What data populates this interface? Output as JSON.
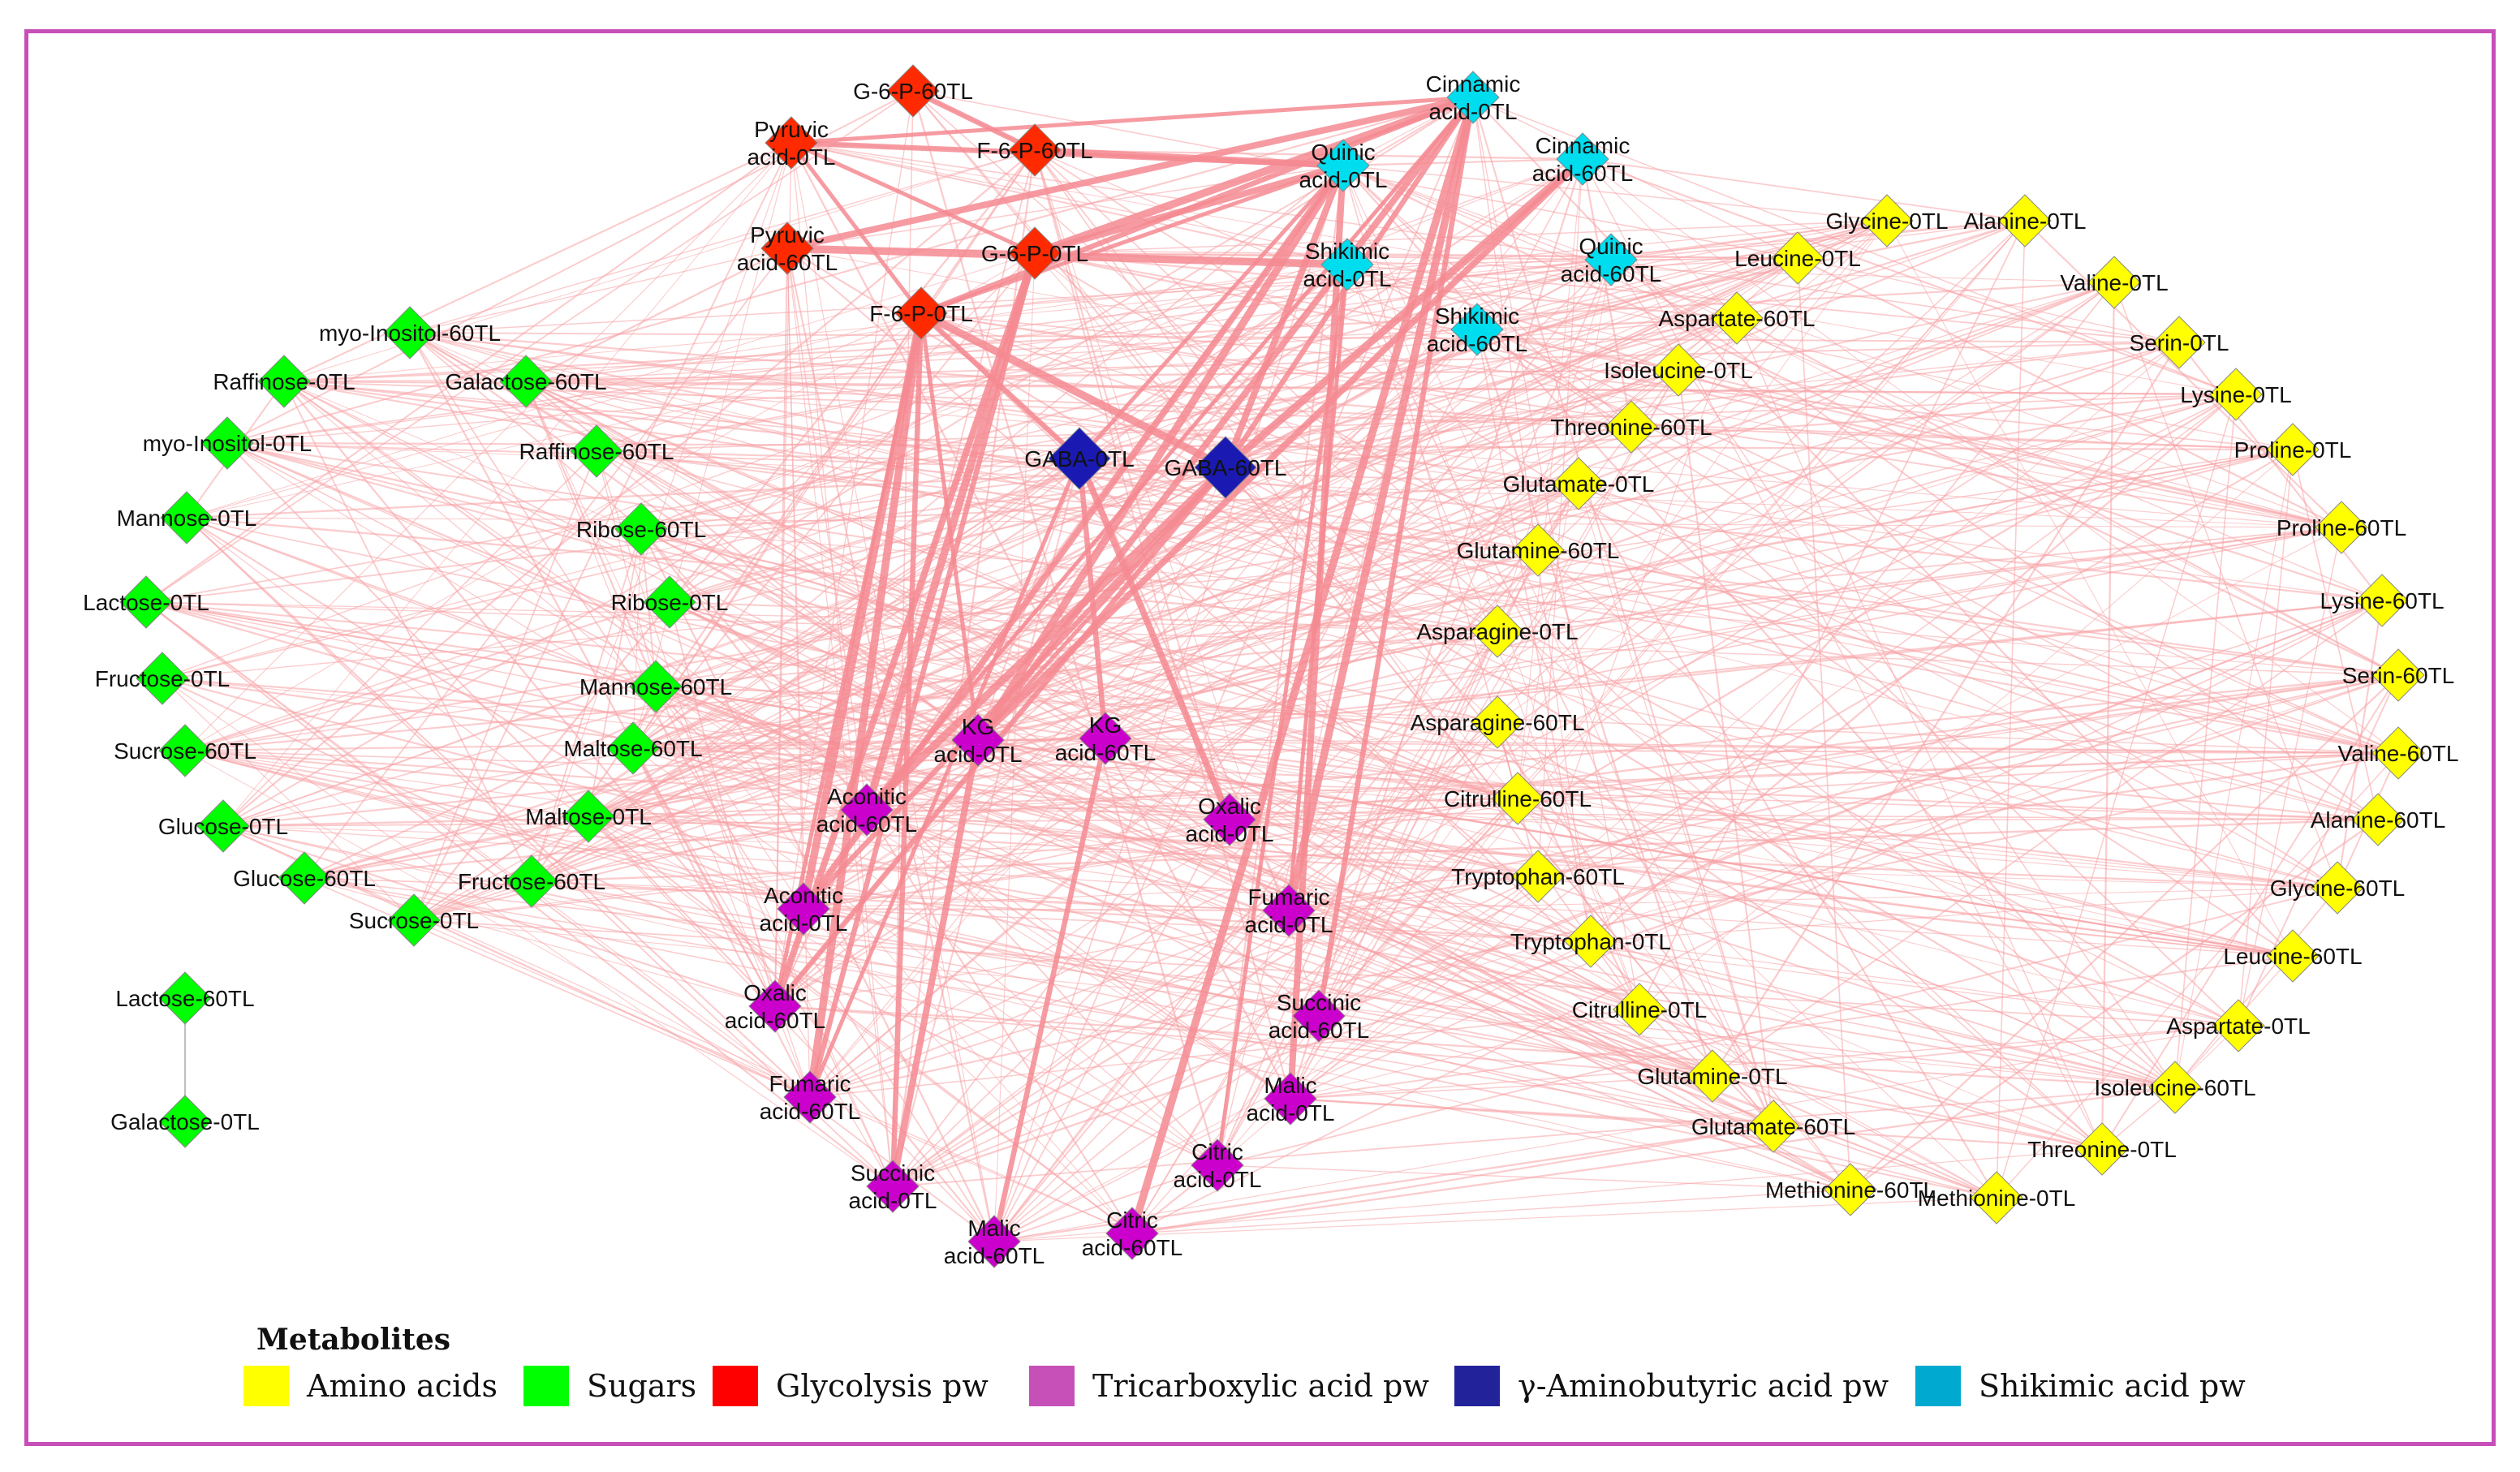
{
  "legend": {
    "title": "Metabolites",
    "items": [
      {
        "label": "Amino acids",
        "color": "#ffff00"
      },
      {
        "label": "Sugars",
        "color": "#00ff00"
      },
      {
        "label": "Glycolysis pw",
        "color": "#ff0000"
      },
      {
        "label": "Tricarboxylic acid pw",
        "color": "#c64fb8"
      },
      {
        "label": "γ-Aminobutyric acid pw",
        "color": "#22229a"
      },
      {
        "label": "Shikimic acid pw",
        "color": "#00a9cf"
      }
    ]
  },
  "colors": {
    "amino": "#ffff00",
    "sugar": "#00ff00",
    "glyco": "#ff2a00",
    "tca": "#cc00cc",
    "gaba": "#1a1ab3",
    "shik": "#00ddee",
    "edge": "#f7a2a6",
    "frame": "#c64fb8"
  },
  "nodes": [
    {
      "id": "g6p60",
      "lines": [
        "G-6-P-60TL"
      ],
      "cat": "glyco"
    },
    {
      "id": "f6p60",
      "lines": [
        "F-6-P-60TL"
      ],
      "cat": "glyco"
    },
    {
      "id": "pyr0",
      "lines": [
        "Pyruvic",
        "acid-0TL"
      ],
      "cat": "glyco"
    },
    {
      "id": "pyr60",
      "lines": [
        "Pyruvic",
        "acid-60TL"
      ],
      "cat": "glyco"
    },
    {
      "id": "g6p0",
      "lines": [
        "G-6-P-0TL"
      ],
      "cat": "glyco"
    },
    {
      "id": "f6p0",
      "lines": [
        "F-6-P-0TL"
      ],
      "cat": "glyco"
    },
    {
      "id": "cin0",
      "lines": [
        "Cinnamic",
        "acid-0TL"
      ],
      "cat": "shik"
    },
    {
      "id": "cin60",
      "lines": [
        "Cinnamic",
        "acid-60TL"
      ],
      "cat": "shik"
    },
    {
      "id": "qui0",
      "lines": [
        "Quinic",
        "acid-0TL"
      ],
      "cat": "shik"
    },
    {
      "id": "qui60",
      "lines": [
        "Quinic",
        "acid-60TL"
      ],
      "cat": "shik"
    },
    {
      "id": "shi0",
      "lines": [
        "Shikimic",
        "acid-0TL"
      ],
      "cat": "shik"
    },
    {
      "id": "shi60",
      "lines": [
        "Shikimic",
        "acid-60TL"
      ],
      "cat": "shik"
    },
    {
      "id": "gaba0",
      "lines": [
        "GABA-0TL"
      ],
      "cat": "gaba"
    },
    {
      "id": "gaba60",
      "lines": [
        "GABA-60TL"
      ],
      "cat": "gaba"
    },
    {
      "id": "myo60",
      "lines": [
        "myo-Inositol-60TL"
      ],
      "cat": "sugar"
    },
    {
      "id": "raf0",
      "lines": [
        "Raffinose-0TL"
      ],
      "cat": "sugar"
    },
    {
      "id": "gal60",
      "lines": [
        "Galactose-60TL"
      ],
      "cat": "sugar"
    },
    {
      "id": "myo0",
      "lines": [
        "myo-Inositol-0TL"
      ],
      "cat": "sugar"
    },
    {
      "id": "raf60",
      "lines": [
        "Raffinose-60TL"
      ],
      "cat": "sugar"
    },
    {
      "id": "man0",
      "lines": [
        "Mannose-0TL"
      ],
      "cat": "sugar"
    },
    {
      "id": "rib60",
      "lines": [
        "Ribose-60TL"
      ],
      "cat": "sugar"
    },
    {
      "id": "lac0",
      "lines": [
        "Lactose-0TL"
      ],
      "cat": "sugar"
    },
    {
      "id": "rib0",
      "lines": [
        "Ribose-0TL"
      ],
      "cat": "sugar"
    },
    {
      "id": "fru0",
      "lines": [
        "Fructose-0TL"
      ],
      "cat": "sugar"
    },
    {
      "id": "man60",
      "lines": [
        "Mannose-60TL"
      ],
      "cat": "sugar"
    },
    {
      "id": "suc60",
      "lines": [
        "Sucrose-60TL"
      ],
      "cat": "sugar"
    },
    {
      "id": "mal60s",
      "lines": [
        "Maltose-60TL"
      ],
      "cat": "sugar"
    },
    {
      "id": "glc0",
      "lines": [
        "Glucose-0TL"
      ],
      "cat": "sugar"
    },
    {
      "id": "mal0s",
      "lines": [
        "Maltose-0TL"
      ],
      "cat": "sugar"
    },
    {
      "id": "glc60",
      "lines": [
        "Glucose-60TL"
      ],
      "cat": "sugar"
    },
    {
      "id": "fru60",
      "lines": [
        "Fructose-60TL"
      ],
      "cat": "sugar"
    },
    {
      "id": "suc0",
      "lines": [
        "Sucrose-0TL"
      ],
      "cat": "sugar"
    },
    {
      "id": "lac60",
      "lines": [
        "Lactose-60TL"
      ],
      "cat": "sugar"
    },
    {
      "id": "gal0",
      "lines": [
        "Galactose-0TL"
      ],
      "cat": "sugar"
    },
    {
      "id": "kg0",
      "lines": [
        "KG",
        "acid-0TL"
      ],
      "cat": "tca"
    },
    {
      "id": "kg60",
      "lines": [
        "KG",
        "acid-60TL"
      ],
      "cat": "tca"
    },
    {
      "id": "aco60",
      "lines": [
        "Aconitic",
        "acid-60TL"
      ],
      "cat": "tca"
    },
    {
      "id": "oxa0",
      "lines": [
        "Oxalic",
        "acid-0TL"
      ],
      "cat": "tca"
    },
    {
      "id": "aco0",
      "lines": [
        "Aconitic",
        "acid-0TL"
      ],
      "cat": "tca"
    },
    {
      "id": "fum0",
      "lines": [
        "Fumaric",
        "acid-0TL"
      ],
      "cat": "tca"
    },
    {
      "id": "oxa60",
      "lines": [
        "Oxalic",
        "acid-60TL"
      ],
      "cat": "tca"
    },
    {
      "id": "sucn60",
      "lines": [
        "Succinic",
        "acid-60TL"
      ],
      "cat": "tca"
    },
    {
      "id": "fum60",
      "lines": [
        "Fumaric",
        "acid-60TL"
      ],
      "cat": "tca"
    },
    {
      "id": "malc0",
      "lines": [
        "Malic",
        "acid-0TL"
      ],
      "cat": "tca"
    },
    {
      "id": "cit0",
      "lines": [
        "Citric",
        "acid-0TL"
      ],
      "cat": "tca"
    },
    {
      "id": "sucn0",
      "lines": [
        "Succinic",
        "acid-0TL"
      ],
      "cat": "tca"
    },
    {
      "id": "cit60",
      "lines": [
        "Citric",
        "acid-60TL"
      ],
      "cat": "tca"
    },
    {
      "id": "malc60",
      "lines": [
        "Malic",
        "acid-60TL"
      ],
      "cat": "tca"
    },
    {
      "id": "gly0",
      "lines": [
        "Glycine-0TL"
      ],
      "cat": "amino"
    },
    {
      "id": "ala0",
      "lines": [
        "Alanine-0TL"
      ],
      "cat": "amino"
    },
    {
      "id": "leu0",
      "lines": [
        "Leucine-0TL"
      ],
      "cat": "amino"
    },
    {
      "id": "val0",
      "lines": [
        "Valine-0TL"
      ],
      "cat": "amino"
    },
    {
      "id": "asp60",
      "lines": [
        "Aspartate-60TL"
      ],
      "cat": "amino"
    },
    {
      "id": "ser0",
      "lines": [
        "Serin-0TL"
      ],
      "cat": "amino"
    },
    {
      "id": "ile0",
      "lines": [
        "Isoleucine-0TL"
      ],
      "cat": "amino"
    },
    {
      "id": "lys0",
      "lines": [
        "Lysine-0TL"
      ],
      "cat": "amino"
    },
    {
      "id": "thr60",
      "lines": [
        "Threonine-60TL"
      ],
      "cat": "amino"
    },
    {
      "id": "pro0",
      "lines": [
        "Proline-0TL"
      ],
      "cat": "amino"
    },
    {
      "id": "glu0",
      "lines": [
        "Glutamate-0TL"
      ],
      "cat": "amino"
    },
    {
      "id": "pro60",
      "lines": [
        "Proline-60TL"
      ],
      "cat": "amino"
    },
    {
      "id": "gln60",
      "lines": [
        "Glutamine-60TL"
      ],
      "cat": "amino"
    },
    {
      "id": "lys60",
      "lines": [
        "Lysine-60TL"
      ],
      "cat": "amino"
    },
    {
      "id": "asn0",
      "lines": [
        "Asparagine-0TL"
      ],
      "cat": "amino"
    },
    {
      "id": "ser60",
      "lines": [
        "Serin-60TL"
      ],
      "cat": "amino"
    },
    {
      "id": "asn60",
      "lines": [
        "Asparagine-60TL"
      ],
      "cat": "amino"
    },
    {
      "id": "val60",
      "lines": [
        "Valine-60TL"
      ],
      "cat": "amino"
    },
    {
      "id": "cit60a",
      "lines": [
        "Citrulline-60TL"
      ],
      "cat": "amino"
    },
    {
      "id": "ala60",
      "lines": [
        "Alanine-60TL"
      ],
      "cat": "amino"
    },
    {
      "id": "trp60",
      "lines": [
        "Tryptophan-60TL"
      ],
      "cat": "amino"
    },
    {
      "id": "gly60",
      "lines": [
        "Glycine-60TL"
      ],
      "cat": "amino"
    },
    {
      "id": "trp0",
      "lines": [
        "Tryptophan-0TL"
      ],
      "cat": "amino"
    },
    {
      "id": "leu60",
      "lines": [
        "Leucine-60TL"
      ],
      "cat": "amino"
    },
    {
      "id": "cit0a",
      "lines": [
        "Citrulline-0TL"
      ],
      "cat": "amino"
    },
    {
      "id": "asp0",
      "lines": [
        "Aspartate-0TL"
      ],
      "cat": "amino"
    },
    {
      "id": "gln0",
      "lines": [
        "Glutamine-0TL"
      ],
      "cat": "amino"
    },
    {
      "id": "ile60",
      "lines": [
        "Isoleucine-60TL"
      ],
      "cat": "amino"
    },
    {
      "id": "glu60",
      "lines": [
        "Glutamate-60TL"
      ],
      "cat": "amino"
    },
    {
      "id": "thr0",
      "lines": [
        "Threonine-0TL"
      ],
      "cat": "amino"
    },
    {
      "id": "met60",
      "lines": [
        "Methionine-60TL"
      ],
      "cat": "amino"
    },
    {
      "id": "met0",
      "lines": [
        "Methionine-0TL"
      ],
      "cat": "amino"
    }
  ],
  "strong_edges": [
    [
      "pyr0",
      "cin0"
    ],
    [
      "pyr0",
      "qui0"
    ],
    [
      "pyr60",
      "cin0"
    ],
    [
      "pyr60",
      "shi0"
    ],
    [
      "pyr0",
      "g6p0"
    ],
    [
      "g6p60",
      "f6p60"
    ],
    [
      "f6p60",
      "qui0"
    ],
    [
      "f6p0",
      "gaba60"
    ],
    [
      "f6p0",
      "qui0"
    ],
    [
      "f6p0",
      "cin0"
    ],
    [
      "g6p0",
      "qui0"
    ],
    [
      "g6p0",
      "cin0"
    ],
    [
      "pyr0",
      "f6p0"
    ],
    [
      "gaba60",
      "cin0"
    ],
    [
      "gaba60",
      "qui0"
    ],
    [
      "gaba60",
      "cin60"
    ],
    [
      "gaba0",
      "qui0"
    ],
    [
      "gaba0",
      "f6p0"
    ],
    [
      "kg0",
      "cin0"
    ],
    [
      "kg0",
      "qui0"
    ],
    [
      "kg0",
      "gaba60"
    ],
    [
      "kg60",
      "gaba0"
    ],
    [
      "kg0",
      "cin60"
    ],
    [
      "aco60",
      "gaba60"
    ],
    [
      "aco60",
      "cin0"
    ],
    [
      "aco0",
      "gaba60"
    ],
    [
      "aco0",
      "qui0"
    ],
    [
      "aco0",
      "f6p0"
    ],
    [
      "oxa60",
      "f6p0"
    ],
    [
      "oxa60",
      "gaba60"
    ],
    [
      "oxa60",
      "g6p0"
    ],
    [
      "fum60",
      "f6p0"
    ],
    [
      "fum60",
      "gaba0"
    ],
    [
      "sucn0",
      "f6p0"
    ],
    [
      "sucn0",
      "kg0"
    ],
    [
      "fum0",
      "cin0"
    ],
    [
      "fum0",
      "shi0"
    ],
    [
      "sucn60",
      "cin0"
    ],
    [
      "malc0",
      "qui0"
    ],
    [
      "cit60",
      "cin0"
    ],
    [
      "cit0",
      "shi0"
    ],
    [
      "malc60",
      "kg60"
    ],
    [
      "oxa0",
      "gaba0"
    ],
    [
      "aco60",
      "g6p0"
    ],
    [
      "kg0",
      "f6p0"
    ],
    [
      "fum60",
      "g6p0"
    ]
  ]
}
